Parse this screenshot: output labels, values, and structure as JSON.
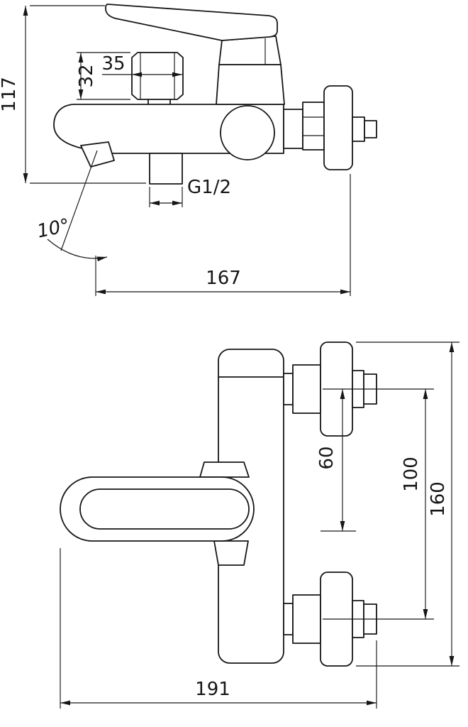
{
  "style": {
    "line_color": "#161616",
    "background": "#ffffff"
  },
  "dims": {
    "d117": "117",
    "d35": "35",
    "d32": "32",
    "g12": "G1/2",
    "angle": "10°",
    "d167": "167",
    "d60": "60",
    "d100": "100",
    "d160": "160",
    "d191": "191"
  }
}
